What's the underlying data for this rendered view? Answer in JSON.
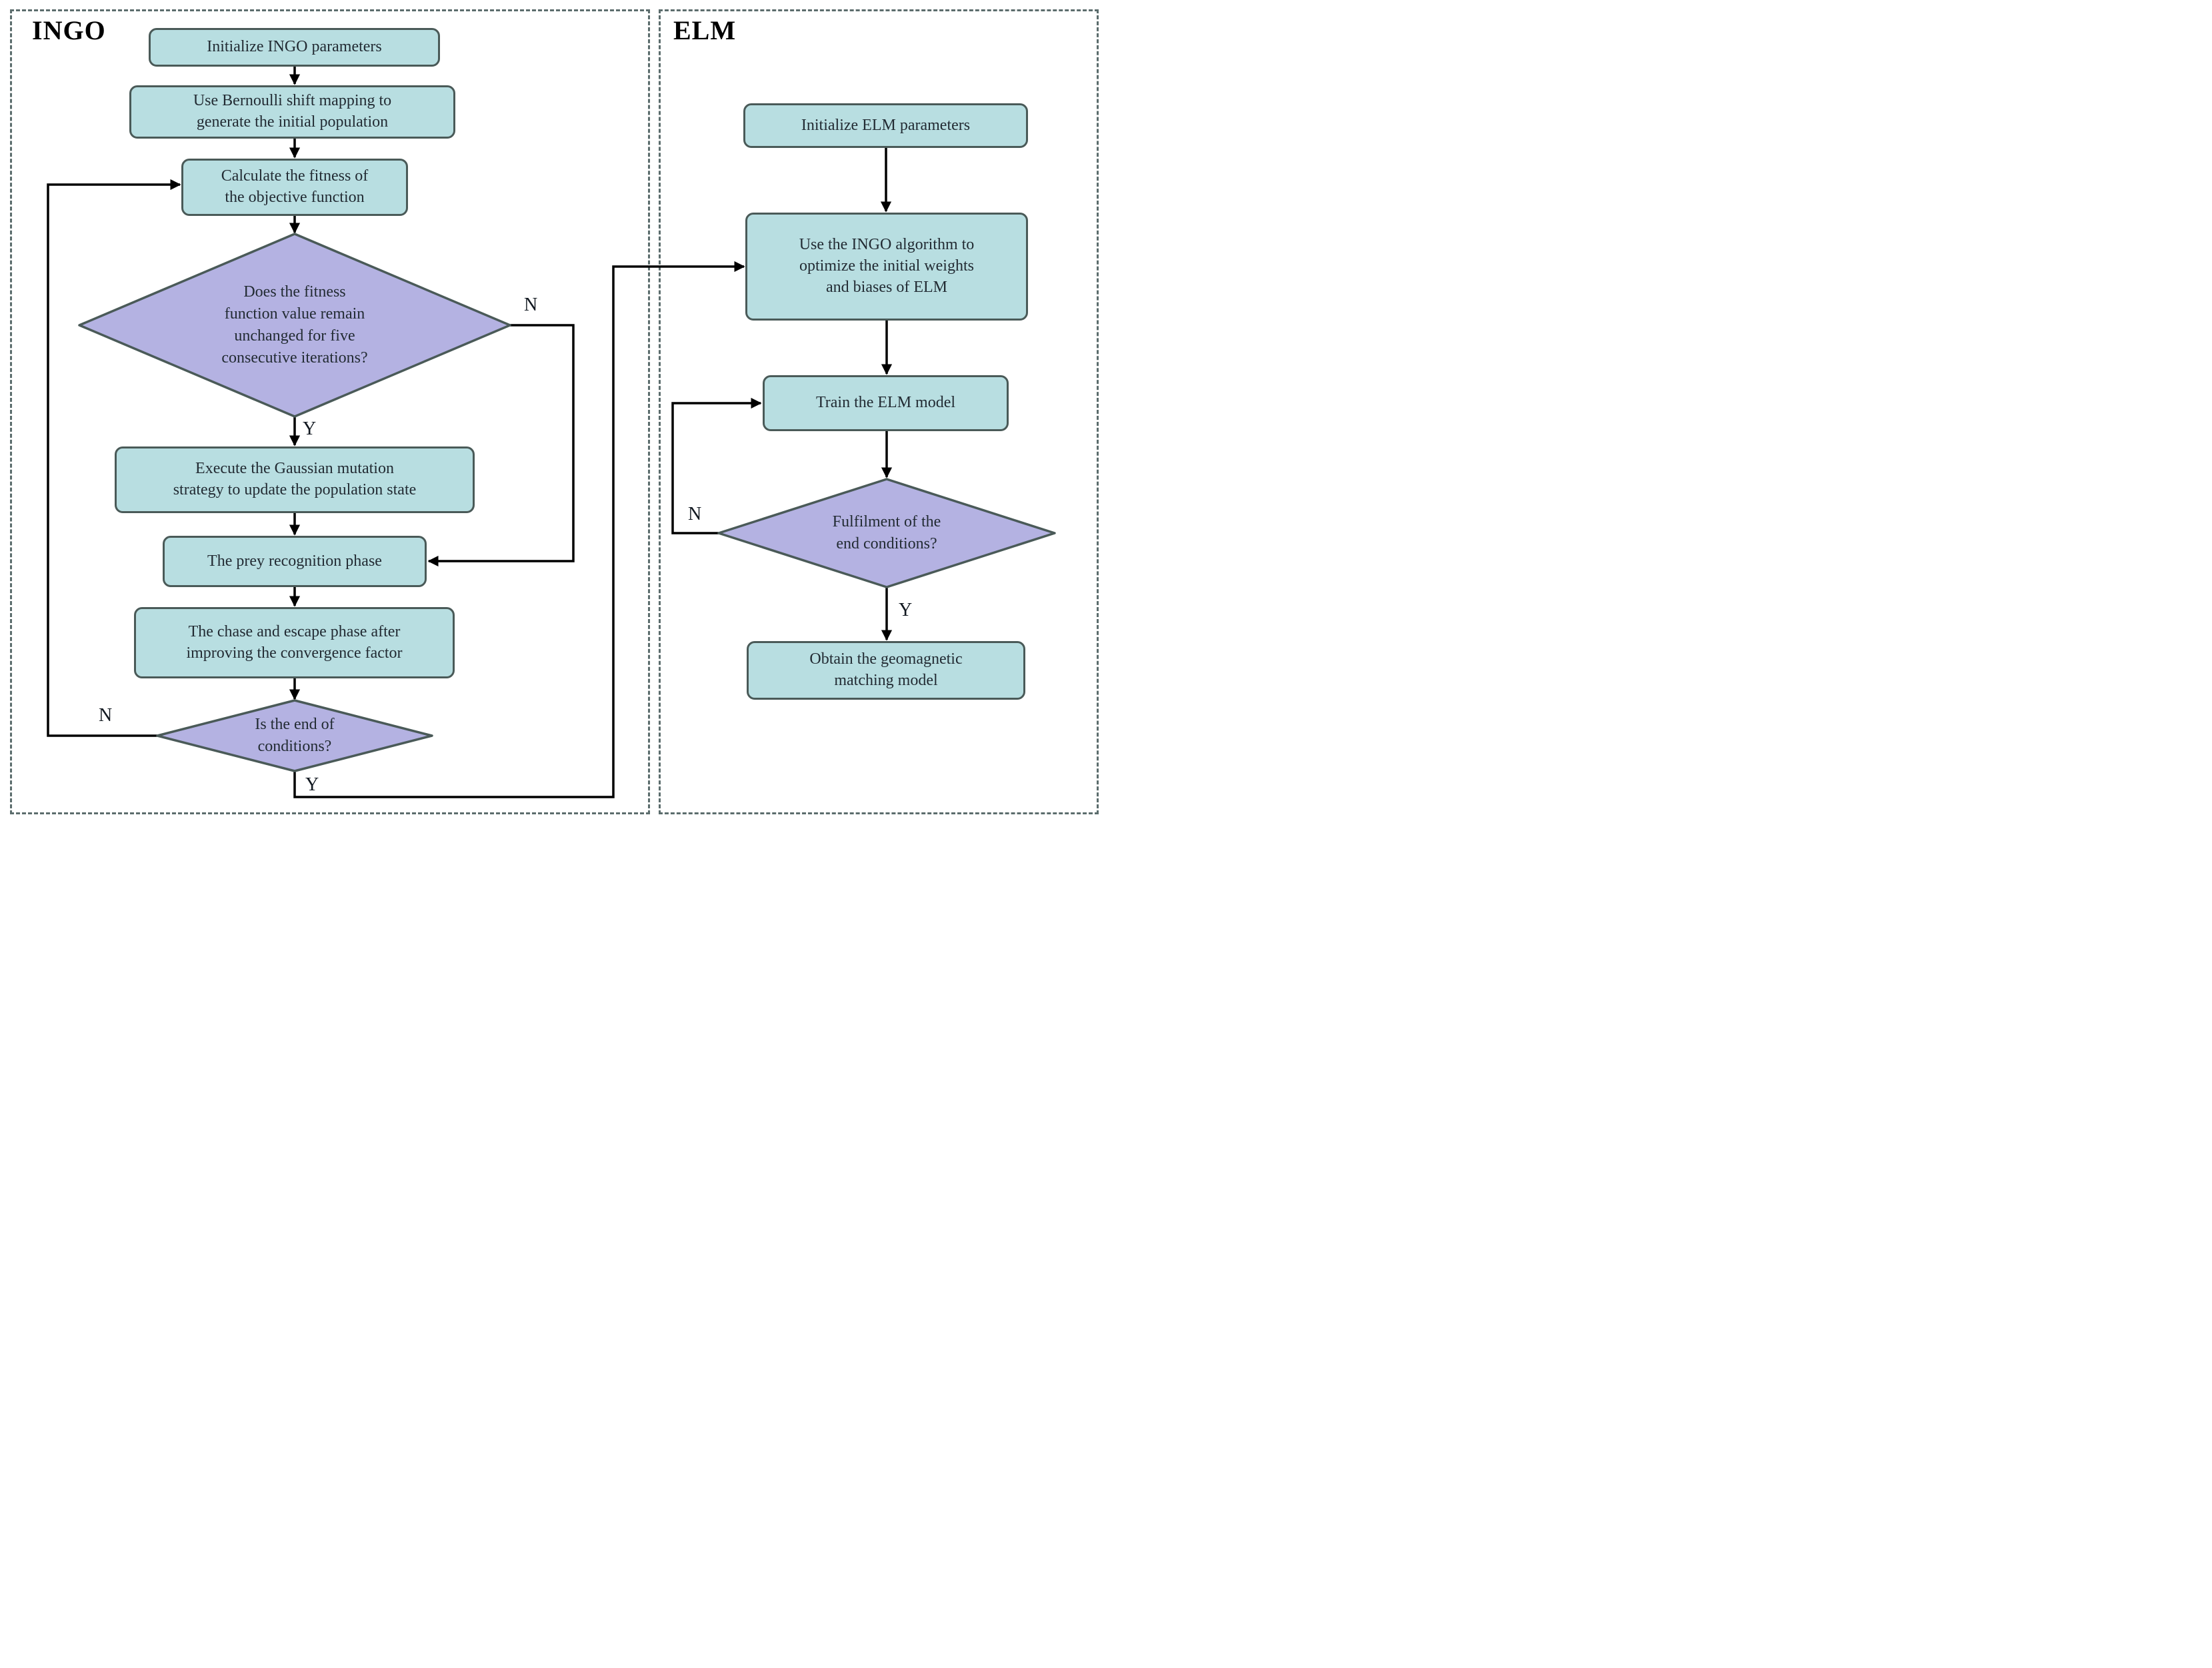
{
  "panels": {
    "ingo": {
      "title": "INGO"
    },
    "elm": {
      "title": "ELM"
    }
  },
  "nodes": {
    "init_ingo": {
      "label": "Initialize INGO parameters"
    },
    "bernoulli": {
      "label": "Use Bernoulli shift mapping to\ngenerate the initial population"
    },
    "calculate": {
      "label": "Calculate the fitness of\nthe objective function"
    },
    "fitness_decision": {
      "label": "Does the fitness\nfunction value remain\nunchanged for five\nconsecutive iterations?"
    },
    "execute_gaussian": {
      "label": "Execute the Gaussian mutation\nstrategy to update the population state"
    },
    "prey_recognition": {
      "label": "The prey recognition phase"
    },
    "chase_escape": {
      "label": "The chase and escape phase after\nimproving the convergence factor"
    },
    "end_decision": {
      "label": "Is the end of\nconditions?"
    },
    "init_elm": {
      "label": "Initialize ELM parameters"
    },
    "ingo_optimize": {
      "label": "Use the INGO algorithm to\noptimize the initial weights\nand biases of ELM"
    },
    "train_elm": {
      "label": "Train the ELM model"
    },
    "fulfilment_decision": {
      "label": "Fulfilment of the\nend conditions?"
    },
    "obtain_model": {
      "label": "Obtain the geomagnetic\nmatching model"
    }
  },
  "branches": {
    "fitness_no": "N",
    "fitness_yes": "Y",
    "end_no": "N",
    "end_yes": "Y",
    "fulfilment_no": "N",
    "fulfilment_yes": "Y"
  },
  "colors": {
    "process_fill": "#b8dee1",
    "decision_fill": "#b4b2e2",
    "shape_border": "#4a5a58",
    "panel_border": "#5c6d6d",
    "connector": "#000000",
    "text": "#222b33"
  }
}
